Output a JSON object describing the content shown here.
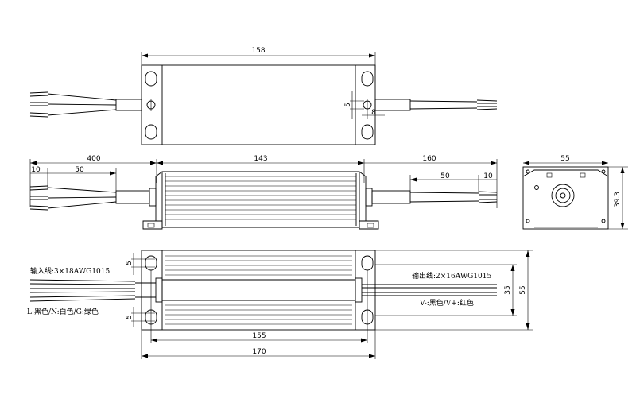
{
  "top_view": {
    "length_label": "158",
    "hole_label": "5",
    "hole_offset_label": "8"
  },
  "front_view": {
    "input_cable_label": "400",
    "input_strip_label": "10",
    "input_jacket_label": "50",
    "body_label": "143",
    "output_cable_label": "160",
    "output_jacket_label": "50",
    "output_strip_label": "10"
  },
  "end_view": {
    "width_label": "55",
    "height_label": "39.3"
  },
  "bottom_view": {
    "input_spec": "输入线:3×18AWG1015",
    "input_colors": "L:黑色/N:白色/G:绿色",
    "output_spec": "输出线:2×16AWG1015",
    "output_colors": "V-:黑色/V+:红色",
    "slot_top_label": "5",
    "slot_bottom_label": "5",
    "mount_spacing_label": "155",
    "total_length_label": "170",
    "inner_height_label": "35",
    "outer_height_label": "55"
  }
}
